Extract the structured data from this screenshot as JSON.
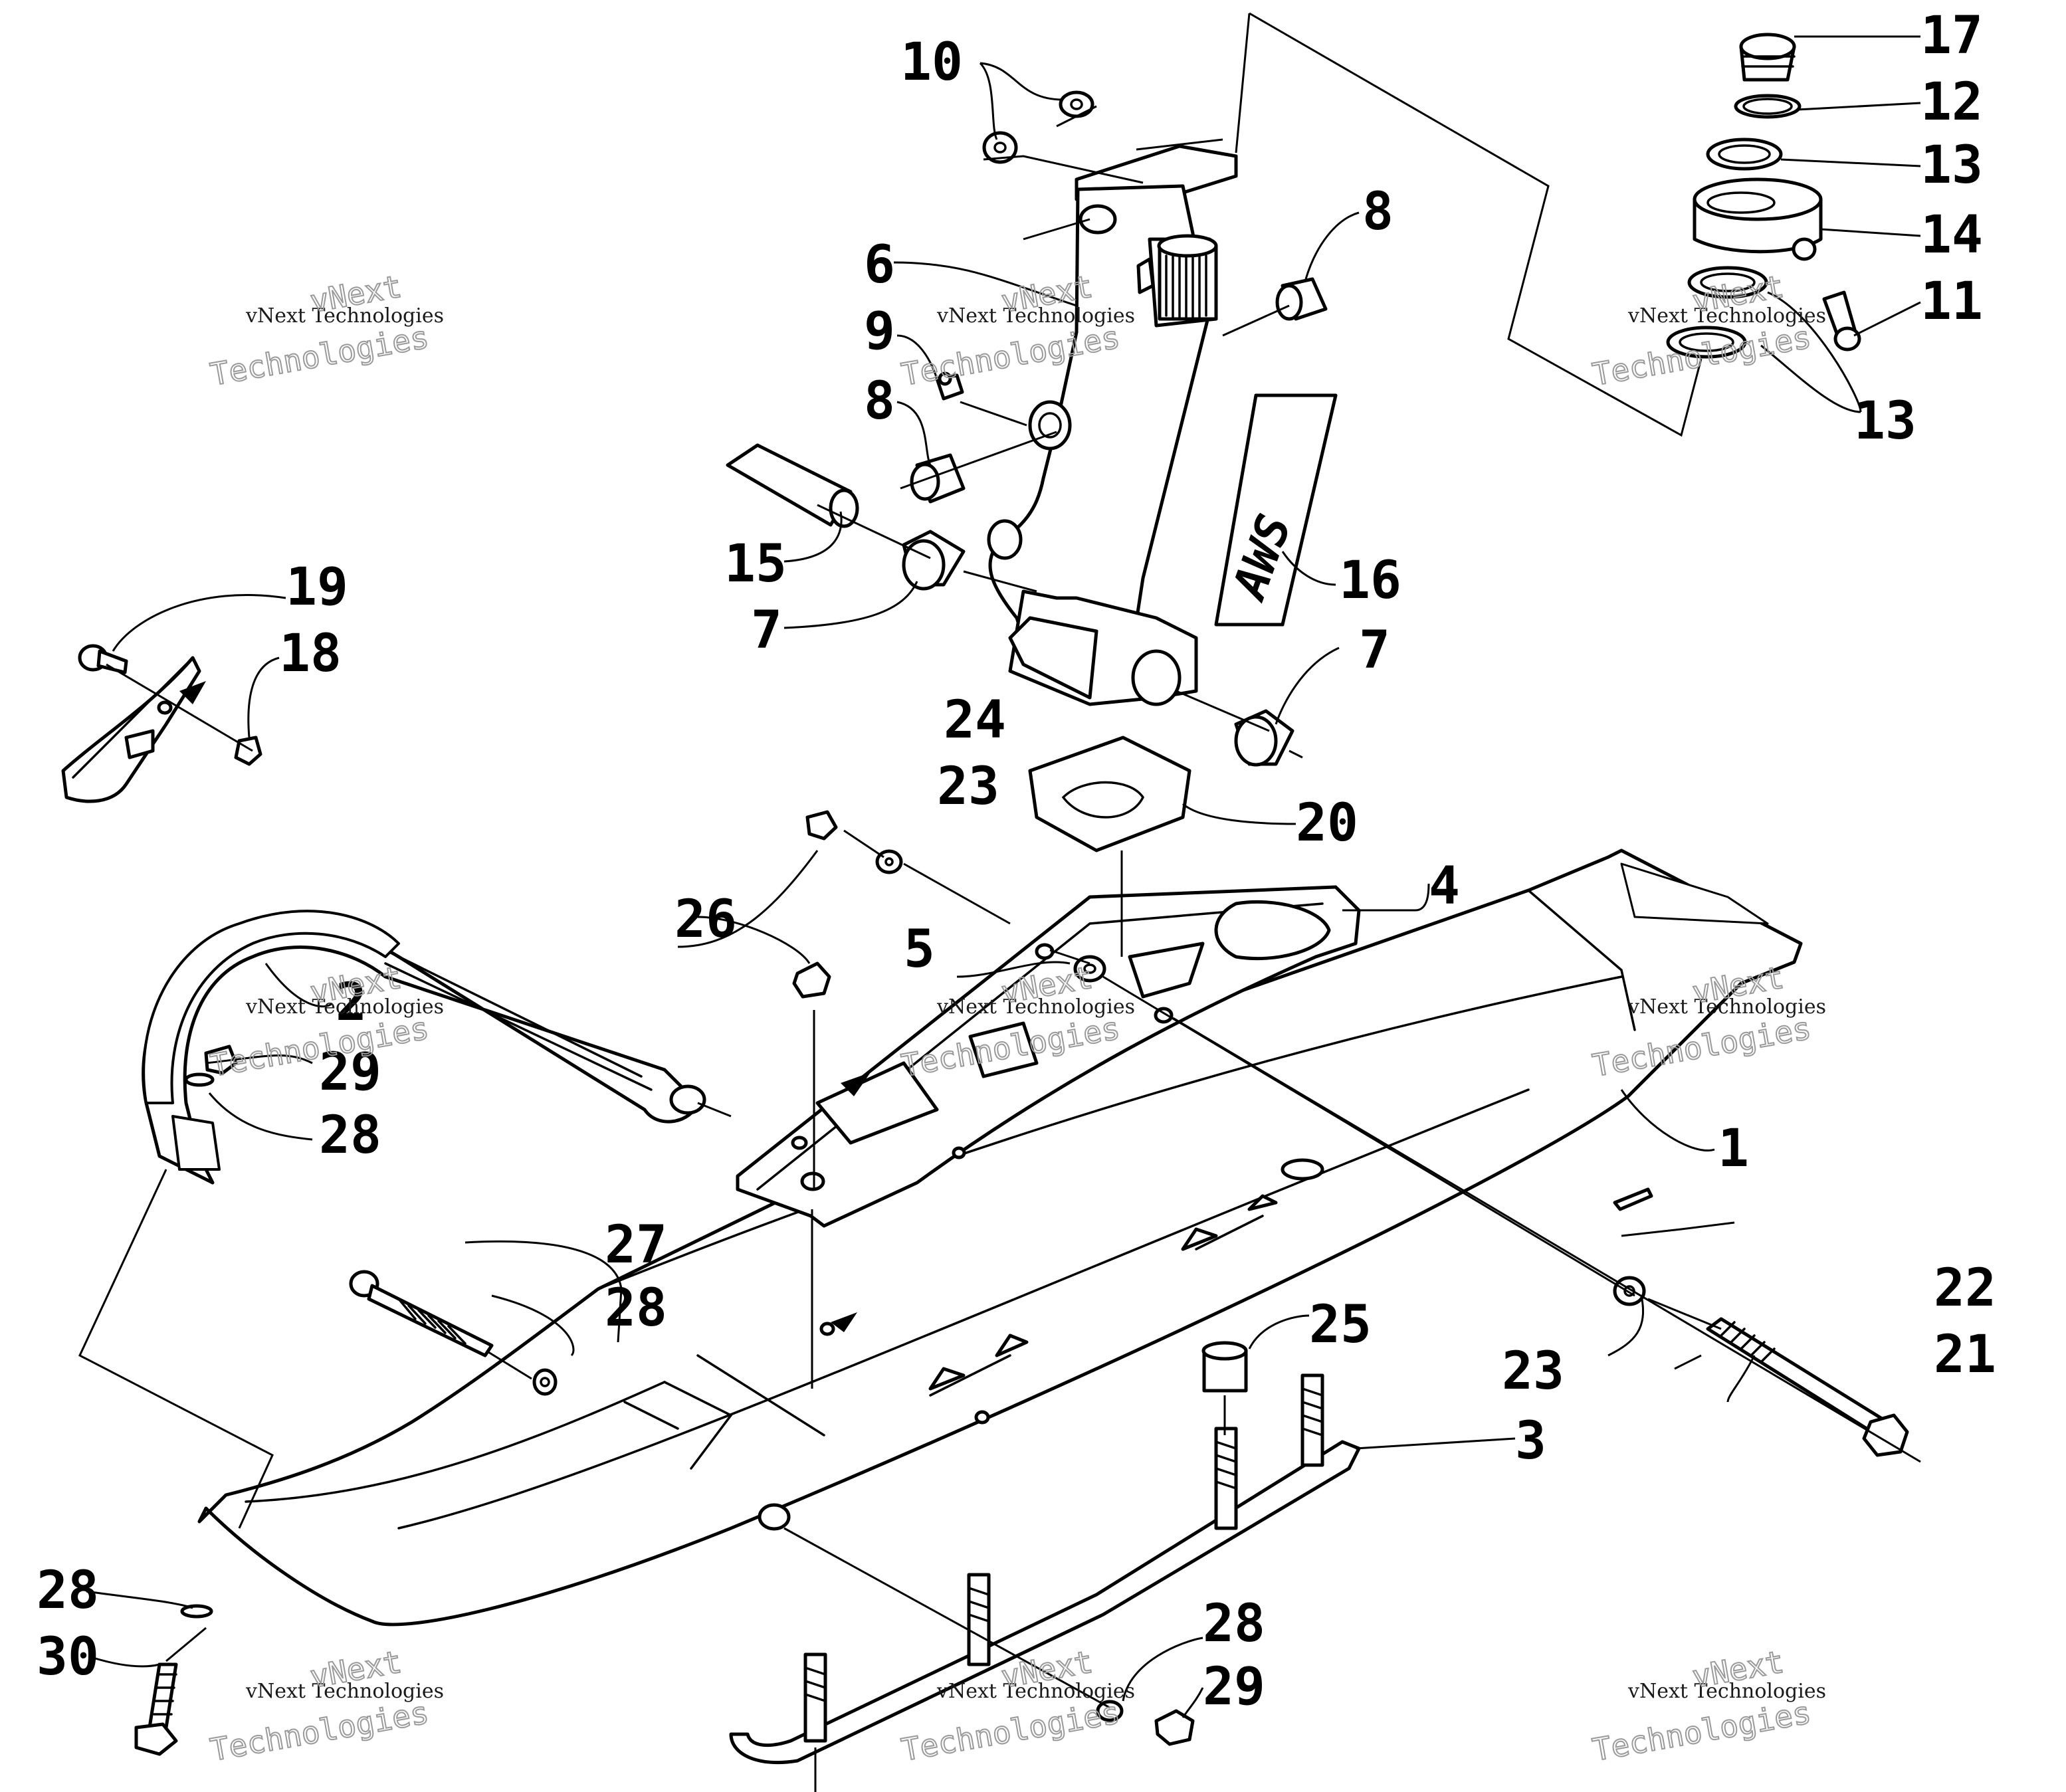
{
  "callouts": [
    "1",
    "2",
    "3",
    "4",
    "5",
    "6",
    "7",
    "7",
    "8",
    "8",
    "9",
    "10",
    "11",
    "12",
    "13",
    "13",
    "14",
    "15",
    "16",
    "17",
    "18",
    "19",
    "20",
    "21",
    "22",
    "23",
    "23",
    "24",
    "25",
    "26",
    "27",
    "28",
    "28",
    "28",
    "28",
    "29",
    "29",
    "30"
  ],
  "decal_text": "AWS",
  "watermark": {
    "line1": "vNext Technologies",
    "line2": "vNext",
    "line3": "Technologies"
  }
}
